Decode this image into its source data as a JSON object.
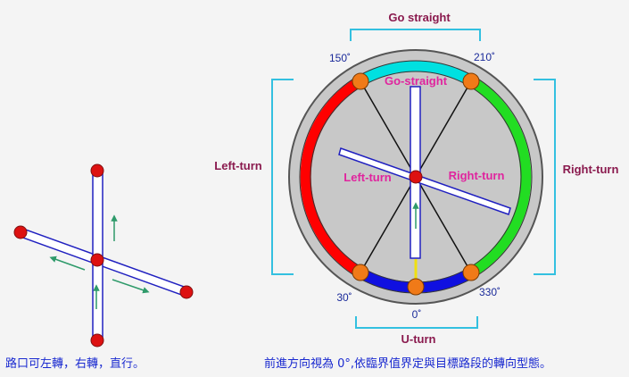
{
  "labels": {
    "go_straight_top": "Go straight",
    "right_turn": "Right-turn",
    "left_turn": "Left-turn",
    "u_turn": "U-turn",
    "inner_go_straight": "Go-straight",
    "inner_left_turn": "Left-turn",
    "inner_right_turn": "Right-turn"
  },
  "angles": {
    "a150": "150˚",
    "a210": "210˚",
    "a30": "30˚",
    "a330": "330˚",
    "a0": "0˚"
  },
  "captions": {
    "left": "路口可左轉，右轉，直行。",
    "right": "前進方向視為 0°,依臨界值界定與目標路段的轉向型態。"
  },
  "colors": {
    "left_turn_arc": "#ff0000",
    "right_turn_arc": "#22dd22",
    "straight_arc": "#00e0e0",
    "u_turn_arc": "#1010e0",
    "node_orange": "#f07a18",
    "node_red": "#dd1111",
    "road_fill": "#ffffff",
    "road_stroke": "#2020c0",
    "arrow_green": "#2e9a6a",
    "bracket": "#33c0e0",
    "disk": "#c8c8c8"
  }
}
